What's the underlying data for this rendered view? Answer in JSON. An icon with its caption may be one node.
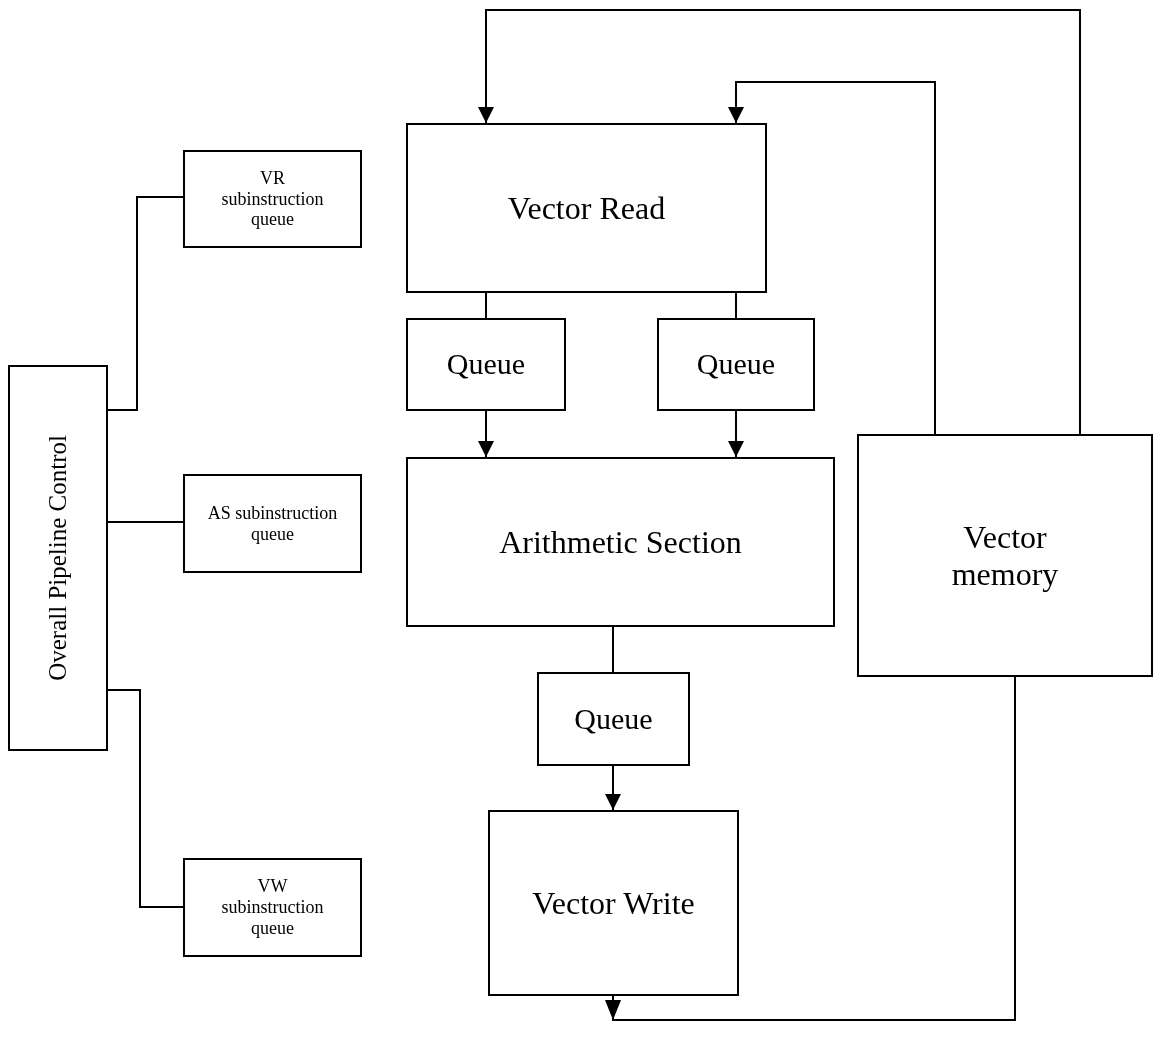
{
  "diagram": {
    "nodes": [
      {
        "text": [
          "Overall Pipeline Control"
        ]
      },
      {
        "text": [
          "VR subinstruction queue"
        ]
      },
      {
        "text": [
          "AS subinstruction queue"
        ]
      },
      {
        "text": [
          "VW subinstruction queue"
        ]
      },
      {
        "text": [
          "Vector Read"
        ]
      },
      {
        "text": [
          "Queue"
        ]
      },
      {
        "text": [
          "Queue"
        ]
      },
      {
        "text": [
          "Arithmetic Section"
        ]
      },
      {
        "text": [
          "Vector memory"
        ]
      },
      {
        "text": [
          "Queue"
        ]
      },
      {
        "text": [
          "Vector Write"
        ]
      }
    ],
    "edges": [
      {
        "from": 0,
        "to": 1,
        "arrow": "none"
      },
      {
        "from": 0,
        "to": 2,
        "arrow": "none"
      },
      {
        "from": 0,
        "to": 3,
        "arrow": "none"
      },
      {
        "from": 4,
        "to": 5,
        "arrow": "none"
      },
      {
        "from": 4,
        "to": 6,
        "arrow": "none"
      },
      {
        "from": 5,
        "to": 7,
        "arrow": "to"
      },
      {
        "from": 6,
        "to": 7,
        "arrow": "to"
      },
      {
        "from": 7,
        "to": 9,
        "arrow": "none"
      },
      {
        "from": 9,
        "to": 10,
        "arrow": "to"
      },
      {
        "from": 8,
        "to": 4,
        "arrow": "to"
      },
      {
        "from": 8,
        "to": 4,
        "arrow": "to"
      },
      {
        "from": 10,
        "to": 8,
        "arrow": "to"
      }
    ]
  }
}
